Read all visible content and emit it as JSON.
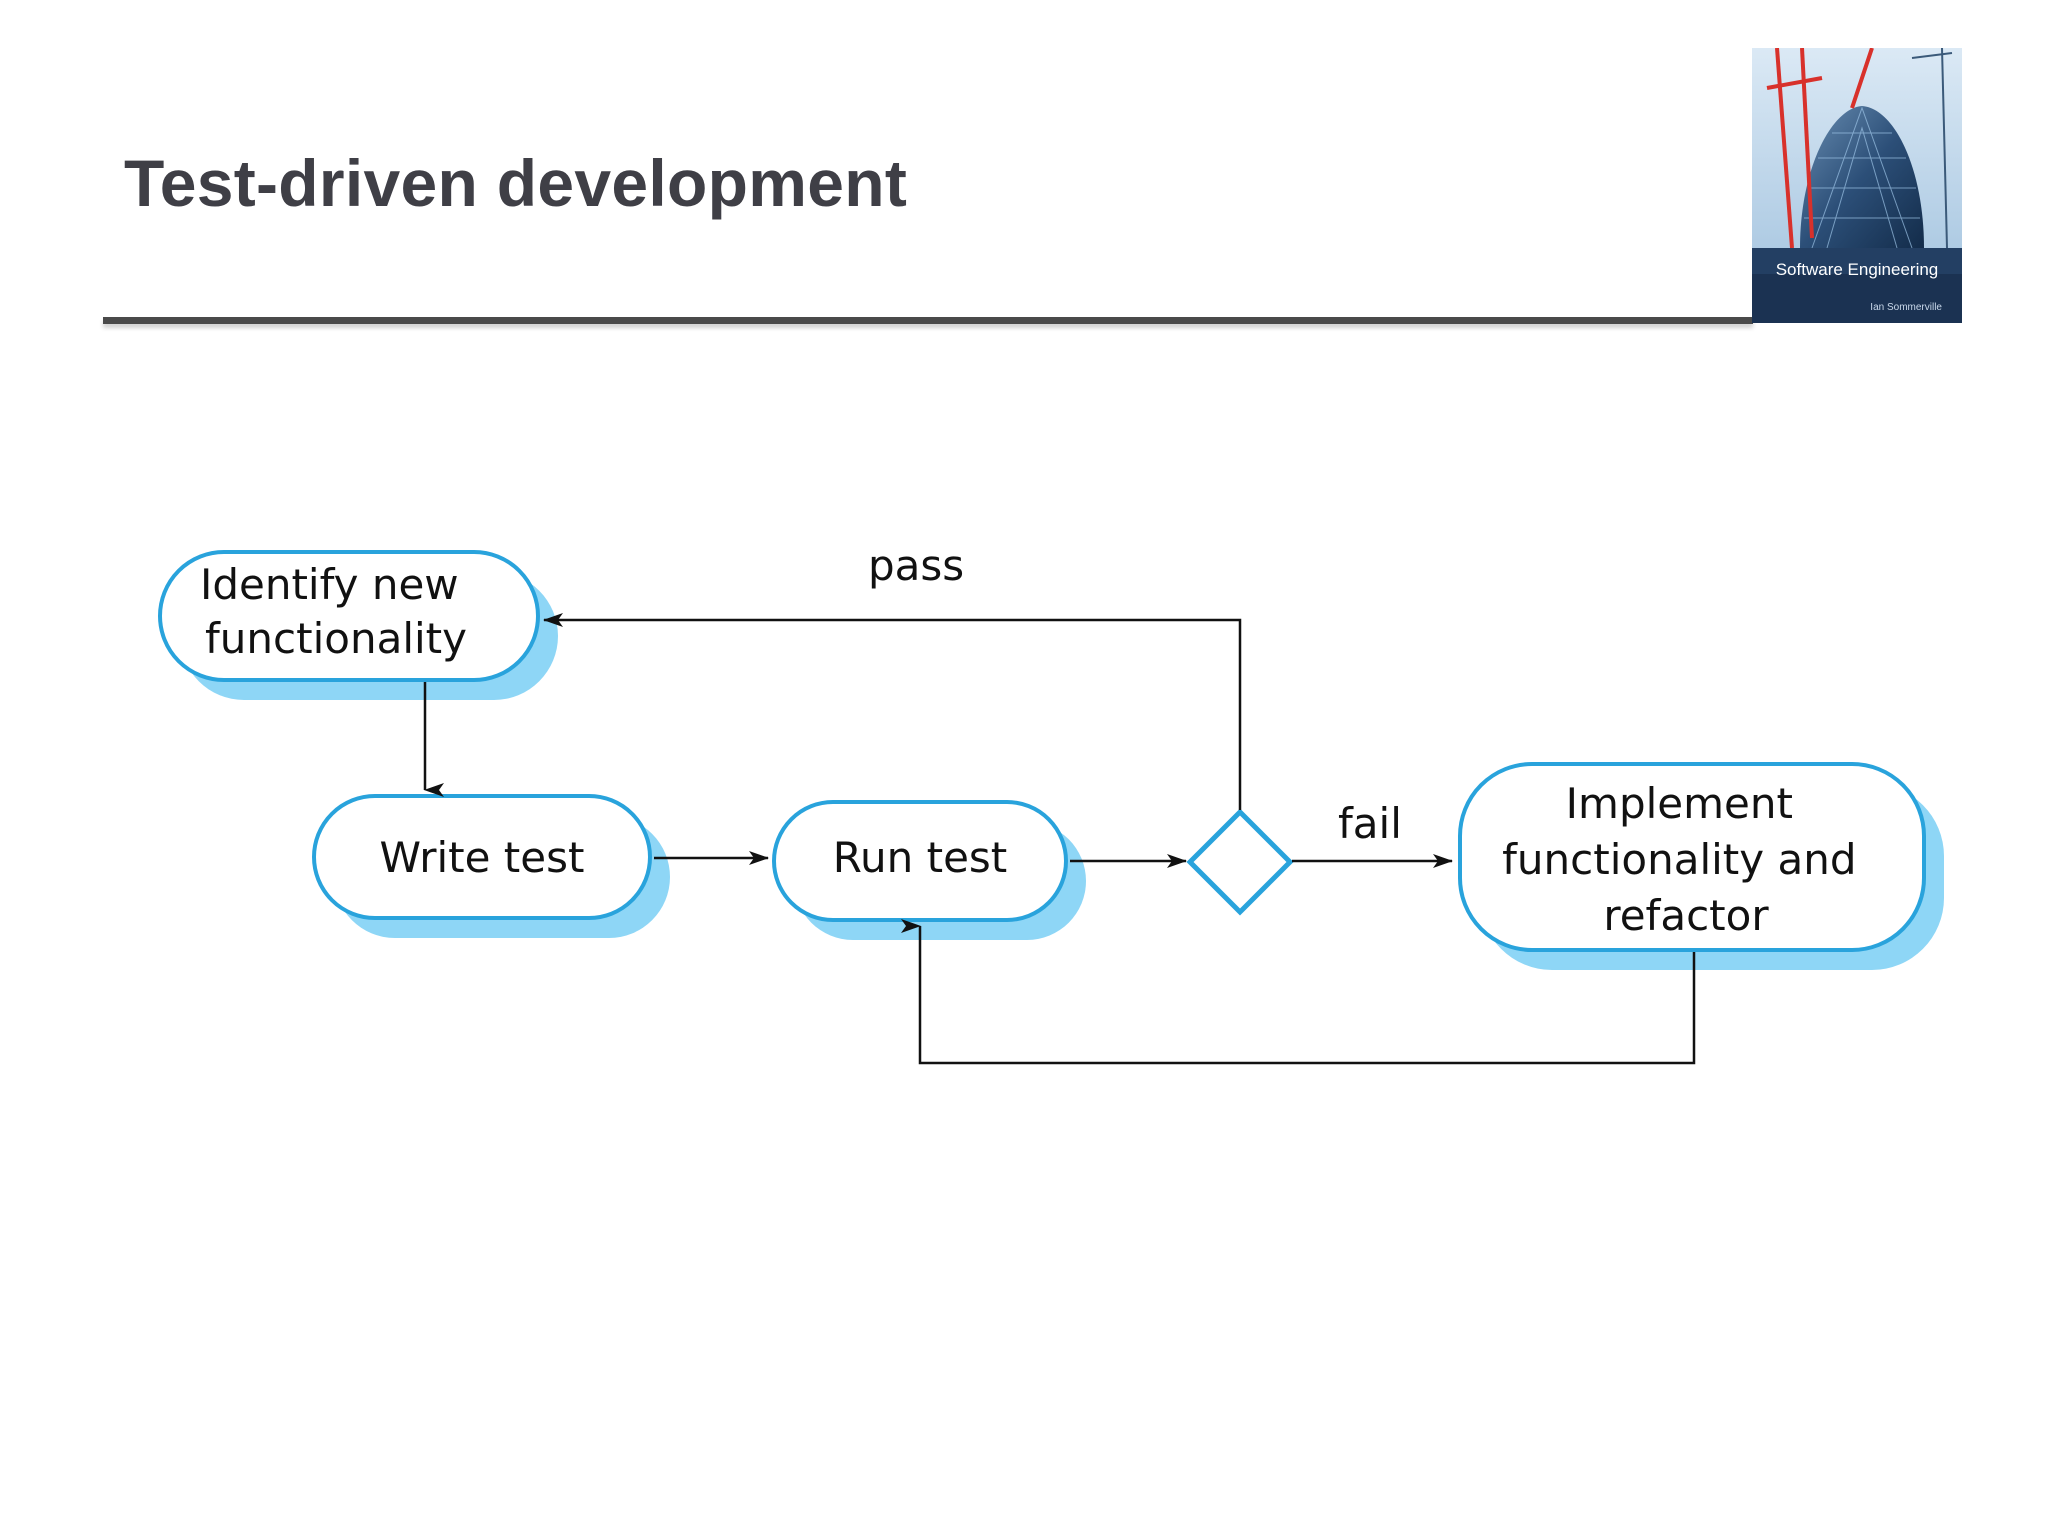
{
  "slide": {
    "title": "Test-driven development"
  },
  "book_cover": {
    "title": "Software Engineering",
    "author": "Ian Sommerville"
  },
  "diagram": {
    "nodes": {
      "identify": {
        "lines": [
          "Identify new",
          "functionality"
        ]
      },
      "write": {
        "lines": [
          "Write test"
        ]
      },
      "run": {
        "lines": [
          "Run test"
        ]
      },
      "implement": {
        "lines": [
          "Implement",
          "functionality and",
          "refactor"
        ]
      }
    },
    "edges": {
      "pass": "pass",
      "fail": "fail"
    }
  },
  "colors": {
    "node_border": "#29a3dc",
    "node_shadow": "#8ed6f6",
    "arrow": "#111111",
    "title": "#3f3f46",
    "rule": "#4a4a4a"
  }
}
